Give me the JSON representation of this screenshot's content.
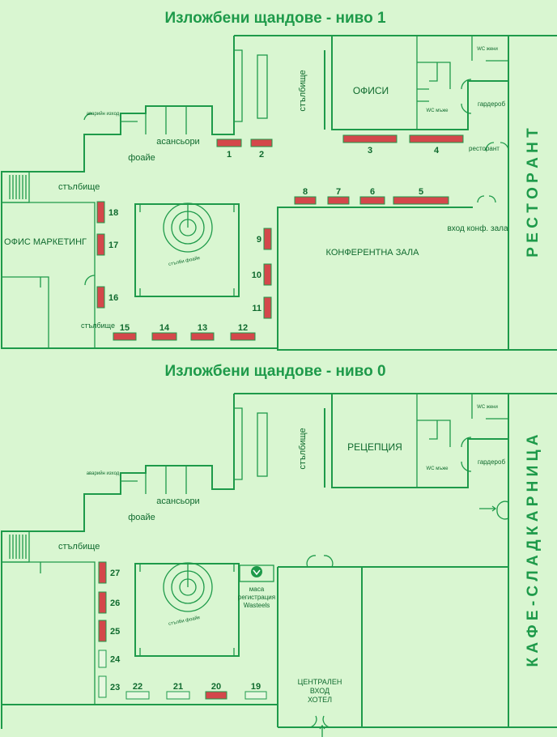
{
  "colors": {
    "wall": "#1e9a4a",
    "background": "#d9f6d1",
    "occupied_stand": "#d4474b",
    "free_stand": "#e6f8e0"
  },
  "level1": {
    "title": "Изложбени щандове  - ниво 1",
    "rooms": {
      "offices": "ОФИСИ",
      "wc_women": "WC жени",
      "wc_men": "WC мъже",
      "wardrobe": "гардероб",
      "restaurant_arrow": "ресторант",
      "restaurant": "Р Е С Т О Р А Н Т",
      "stairs_top": "стълбище",
      "elevators": "асансьори",
      "emergency_exit": "аварийн изход",
      "foyer": "фоайе",
      "stairs_left": "стълбище",
      "marketing_office": "ОФИС МАРКЕТИНГ",
      "foyer_stairs": "стълби фоайе",
      "conference_entrance": "вход конф. зала",
      "conference_hall": "КОНФЕРЕНТНА ЗАЛА",
      "stairs_bottom": "стълбище"
    },
    "stands": [
      {
        "id": "1",
        "status": "occupied"
      },
      {
        "id": "2",
        "status": "occupied"
      },
      {
        "id": "3",
        "status": "occupied"
      },
      {
        "id": "4",
        "status": "occupied"
      },
      {
        "id": "5",
        "status": "occupied"
      },
      {
        "id": "6",
        "status": "occupied"
      },
      {
        "id": "7",
        "status": "occupied"
      },
      {
        "id": "8",
        "status": "occupied"
      },
      {
        "id": "9",
        "status": "occupied"
      },
      {
        "id": "10",
        "status": "occupied"
      },
      {
        "id": "11",
        "status": "occupied"
      },
      {
        "id": "12",
        "status": "occupied"
      },
      {
        "id": "13",
        "status": "occupied"
      },
      {
        "id": "14",
        "status": "occupied"
      },
      {
        "id": "15",
        "status": "occupied"
      },
      {
        "id": "16",
        "status": "occupied"
      },
      {
        "id": "17",
        "status": "occupied"
      },
      {
        "id": "18",
        "status": "occupied"
      }
    ]
  },
  "level0": {
    "title": "Изложбени щандове - ниво 0",
    "rooms": {
      "reception": "РЕЦЕПЦИЯ",
      "wc_women": "WC жени",
      "wc_men": "WC мъже",
      "wardrobe": "гардероб",
      "cafe": "К А Ф Е - С Л А Д К А Р Н И Ц А",
      "stairs_top": "стълбище",
      "elevators": "асансьори",
      "emergency_exit": "аварийн изход",
      "foyer": "фоайе",
      "stairs_left": "стълбище",
      "foyer_stairs": "стълби фоайе",
      "registration_1": "маса",
      "registration_2": "регистрация",
      "registration_3": "Wasteels",
      "hotel_entrance_1": "ЦЕНТРАЛЕН",
      "hotel_entrance_2": "ВХОД",
      "hotel_entrance_3": "ХОТЕЛ"
    },
    "stands": [
      {
        "id": "19",
        "status": "free"
      },
      {
        "id": "20",
        "status": "occupied"
      },
      {
        "id": "21",
        "status": "free"
      },
      {
        "id": "22",
        "status": "free"
      },
      {
        "id": "23",
        "status": "free"
      },
      {
        "id": "24",
        "status": "free"
      },
      {
        "id": "25",
        "status": "occupied"
      },
      {
        "id": "26",
        "status": "occupied"
      },
      {
        "id": "27",
        "status": "occupied"
      }
    ]
  }
}
